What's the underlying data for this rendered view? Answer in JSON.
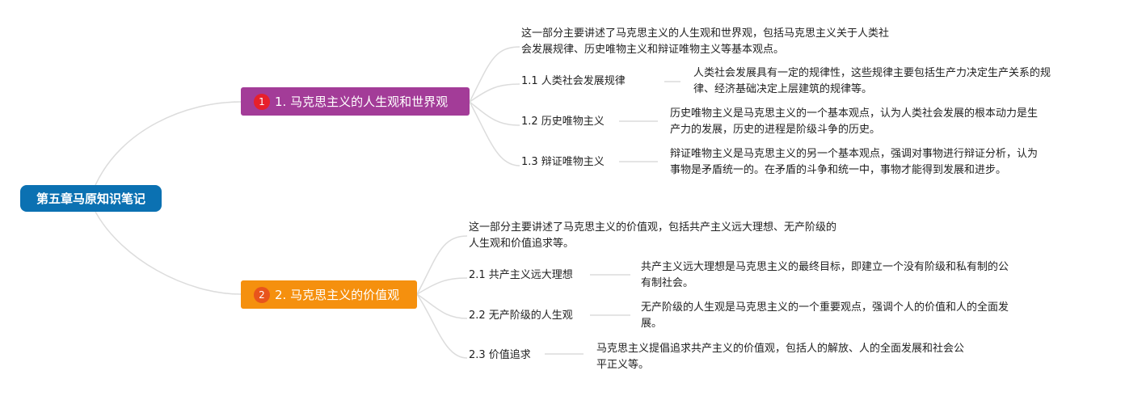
{
  "root": {
    "label": "第五章马原知识笔记",
    "color": "#0b71b2"
  },
  "branches": [
    {
      "badge": "1",
      "label": "1. 马克思主义的人生观和世界观",
      "color": "#a33c98",
      "intro": "这一部分主要讲述了马克思主义的人生观和世界观，包括马克思主义关于人类社\n会发展规律、历史唯物主义和辩证唯物主义等基本观点。",
      "items": [
        {
          "label": "1.1 人类社会发展规律",
          "note": "人类社会发展具有一定的规律性，这些规律主要包括生产力决定生产关系的规\n律、经济基础决定上层建筑的规律等。"
        },
        {
          "label": "1.2 历史唯物主义",
          "note": "历史唯物主义是马克思主义的一个基本观点，认为人类社会发展的根本动力是生\n产力的发展，历史的进程是阶级斗争的历史。"
        },
        {
          "label": "1.3 辩证唯物主义",
          "note": "辩证唯物主义是马克思主义的另一个基本观点，强调对事物进行辩证分析，认为\n事物是矛盾统一的。在矛盾的斗争和统一中，事物才能得到发展和进步。"
        }
      ]
    },
    {
      "badge": "2",
      "label": "2. 马克思主义的价值观",
      "color": "#f5900e",
      "intro": "这一部分主要讲述了马克思主义的价值观，包括共产主义远大理想、无产阶级的\n人生观和价值追求等。",
      "items": [
        {
          "label": "2.1 共产主义远大理想",
          "note": "共产主义远大理想是马克思主义的最终目标，即建立一个没有阶级和私有制的公\n有制社会。"
        },
        {
          "label": "2.2 无产阶级的人生观",
          "note": "无产阶级的人生观是马克思主义的一个重要观点，强调个人的价值和人的全面发\n展。"
        },
        {
          "label": "2.3 价值追求",
          "note": "马克思主义提倡追求共产主义的价值观，包括人的解放、人的全面发展和社会公\n平正义等。"
        }
      ]
    }
  ]
}
